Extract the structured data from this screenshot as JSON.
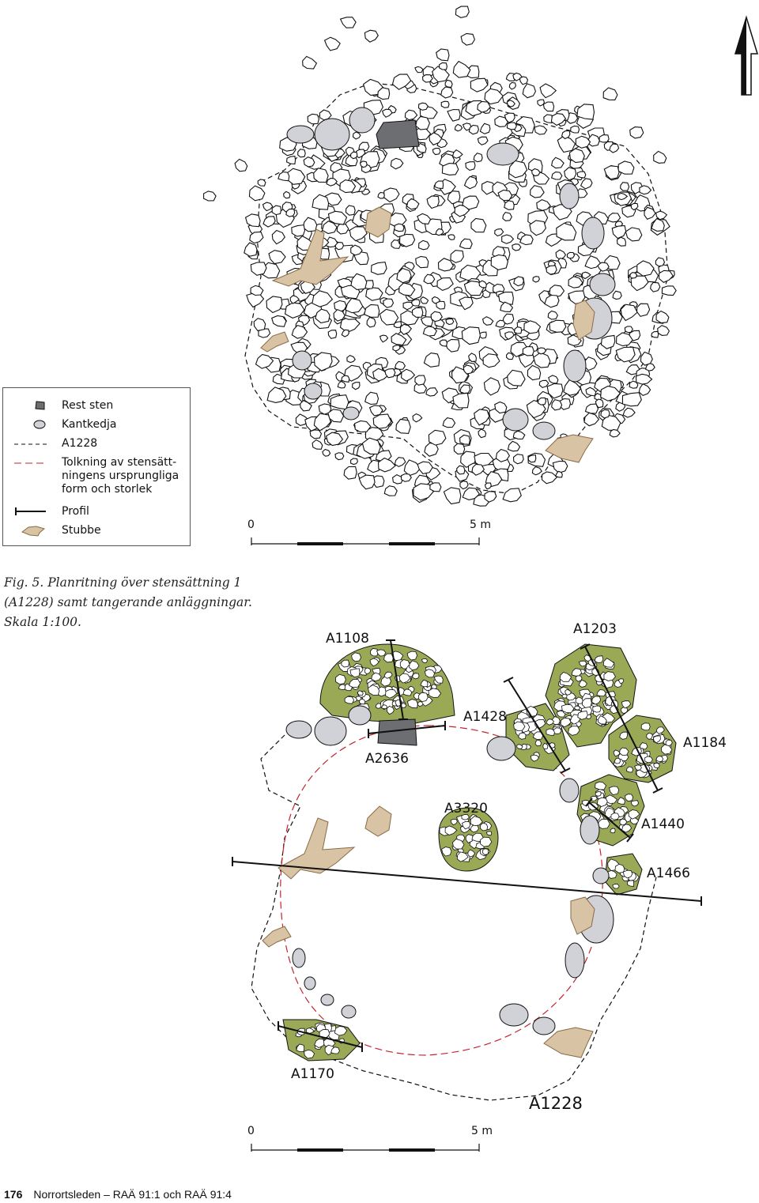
{
  "legend": {
    "items": [
      {
        "label": "Rest sten"
      },
      {
        "label": "Kantkedja"
      },
      {
        "label": "A1228"
      },
      {
        "label": "Tolkning av stensätt-\nningens ursprungliga\nform och storlek"
      },
      {
        "label": "Profil"
      },
      {
        "label": "Stubbe"
      }
    ]
  },
  "top_plan": {
    "scale": {
      "zero": "0",
      "end": "5 m"
    }
  },
  "caption": {
    "line1": "Fig. 5. Planritning över stensättning 1",
    "line2": "(A1228) samt tangerande anläggningar.",
    "line3": "Skala 1:100."
  },
  "bottom_plan": {
    "labels": {
      "a1108": "A1108",
      "a1203": "A1203",
      "a1428": "A1428",
      "a1184": "A1184",
      "a2636": "A2636",
      "a3320": "A3320",
      "a1440": "A1440",
      "a1466": "A1466",
      "a1170": "A1170",
      "a1228": "A1228"
    },
    "scale": {
      "zero": "0",
      "end": "5 m"
    }
  },
  "footer": {
    "page_number": "176",
    "text": "Norrortsleden – RAÄ 91:1 och RAÄ 91:4"
  },
  "colors": {
    "rest_stone": "#6d6e71",
    "edge_stone": "#d1d2d8",
    "stump": "#d9c3a5",
    "feature_fill": "#9aa956",
    "interpretation_line": "#c0272d",
    "outline": "#111111"
  },
  "icons": {
    "north": "north-arrow-icon"
  }
}
